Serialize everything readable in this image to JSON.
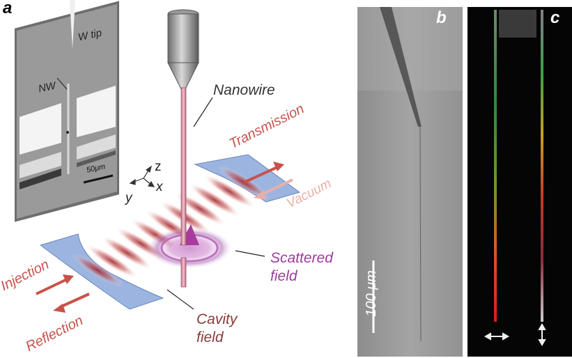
{
  "panels": {
    "a": {
      "letter": "a",
      "sem_inset": {
        "tip_label": "W tip",
        "nw_label": "NW",
        "scale_bar_label": "50μm"
      },
      "labels": {
        "nanowire": "Nanowire",
        "transmission": "Transmission",
        "vacuum": "Vacuum",
        "injection": "Injection",
        "reflection": "Reflection",
        "scattered_field": "Scattered field",
        "cavity_field": "Cavity field"
      },
      "axes": {
        "z": "z",
        "x": "x",
        "y": "y"
      }
    },
    "b": {
      "letter": "b",
      "scale_bar_label": "100 μm"
    },
    "c": {
      "letter": "c"
    }
  },
  "colors": {
    "arrow_red": "#c8524a",
    "arrow_light": "#e8b0aa",
    "mirror_blue": "#9bb5e0",
    "scattered_purple": "#9b3d9b",
    "cavity_brown": "#8a3a3a"
  }
}
